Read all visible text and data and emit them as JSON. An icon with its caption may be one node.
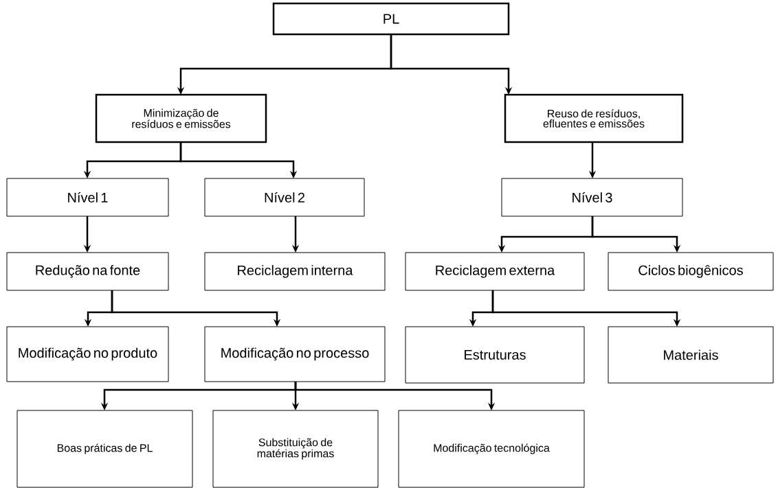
{
  "diagram": {
    "nodes": [
      {
        "text": [
          "PL"
        ]
      },
      {
        "text": [
          "Minimização de resíduos e emissões"
        ]
      },
      {
        "text": [
          "Reuso de resíduos, efluentes e emissões"
        ]
      },
      {
        "text": [
          "Nível 1"
        ]
      },
      {
        "text": [
          "Nível 2"
        ]
      },
      {
        "text": [
          "Nível 3"
        ]
      },
      {
        "text": [
          "Redução na fonte"
        ]
      },
      {
        "text": [
          "Reciclagem interna"
        ]
      },
      {
        "text": [
          "Reciclagem externa"
        ]
      },
      {
        "text": [
          "Ciclos biogênicos"
        ]
      },
      {
        "text": [
          "Modificação no produto"
        ]
      },
      {
        "text": [
          "Modificação no processo"
        ]
      },
      {
        "text": [
          "Estruturas"
        ]
      },
      {
        "text": [
          "Materiais"
        ]
      },
      {
        "text": [
          "Boas práticas de PL"
        ]
      },
      {
        "text": [
          "Substituição de matérias primas"
        ]
      },
      {
        "text": [
          "Modificação tecnológica"
        ]
      }
    ],
    "edges": [
      {
        "from": 0,
        "to": 1,
        "arrow": "to"
      },
      {
        "from": 0,
        "to": 2,
        "arrow": "to"
      },
      {
        "from": 1,
        "to": 3,
        "arrow": "to"
      },
      {
        "from": 1,
        "to": 4,
        "arrow": "to"
      },
      {
        "from": 2,
        "to": 5,
        "arrow": "to"
      },
      {
        "from": 3,
        "to": 6,
        "arrow": "to"
      },
      {
        "from": 4,
        "to": 7,
        "arrow": "to"
      },
      {
        "from": 5,
        "to": 8,
        "arrow": "to"
      },
      {
        "from": 5,
        "to": 9,
        "arrow": "to"
      },
      {
        "from": 6,
        "to": 10,
        "arrow": "to"
      },
      {
        "from": 6,
        "to": 11,
        "arrow": "to"
      },
      {
        "from": 8,
        "to": 12,
        "arrow": "to"
      },
      {
        "from": 8,
        "to": 13,
        "arrow": "to"
      },
      {
        "from": 11,
        "to": 14,
        "arrow": "to"
      },
      {
        "from": 11,
        "to": 15,
        "arrow": "to"
      },
      {
        "from": 11,
        "to": 16,
        "arrow": "to"
      }
    ]
  }
}
